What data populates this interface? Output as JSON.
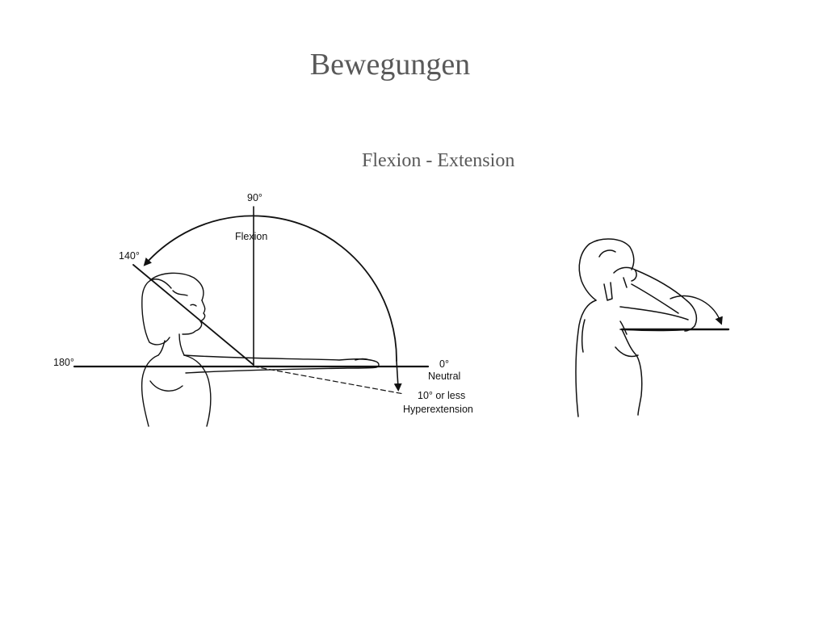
{
  "slide": {
    "title": "Bewegungen",
    "subtitle": "Flexion - Extension"
  },
  "diagram_left": {
    "labels": {
      "deg90": "90°",
      "flexion": "Flexion",
      "deg140": "140°",
      "deg180": "180°",
      "deg0": "0°",
      "neutral": "Neutral",
      "hyper_value": "10° or less",
      "hyperextension": "Hyperextension"
    }
  },
  "colors": {
    "title_text": "#595959",
    "ink": "#111111",
    "background": "#ffffff"
  }
}
